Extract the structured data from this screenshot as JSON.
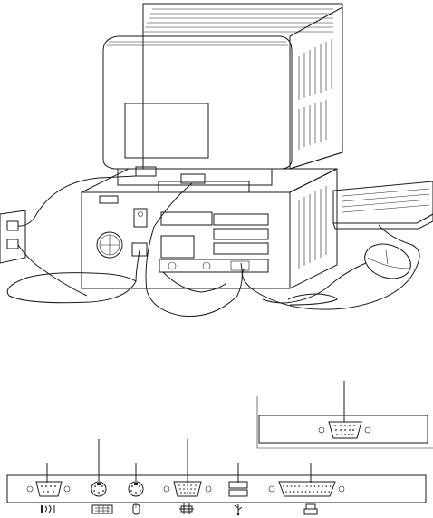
{
  "figure": {
    "kind": "computer-setup-cable-connection-illustration",
    "shown_items": [
      "monitor",
      "system-unit",
      "keyboard",
      "mouse",
      "power-outlet"
    ],
    "port_panel": {
      "ports": [
        {
          "id": "serial",
          "icon": "serial-port-icon"
        },
        {
          "id": "keyboard",
          "icon": "keyboard-port-icon"
        },
        {
          "id": "mouse",
          "icon": "mouse-port-icon"
        },
        {
          "id": "video",
          "icon": "video-port-icon"
        },
        {
          "id": "usb",
          "icon": "usb-port-icon"
        },
        {
          "id": "parallel",
          "icon": "parallel-printer-port-icon"
        }
      ],
      "inset": {
        "port": "video"
      }
    }
  }
}
